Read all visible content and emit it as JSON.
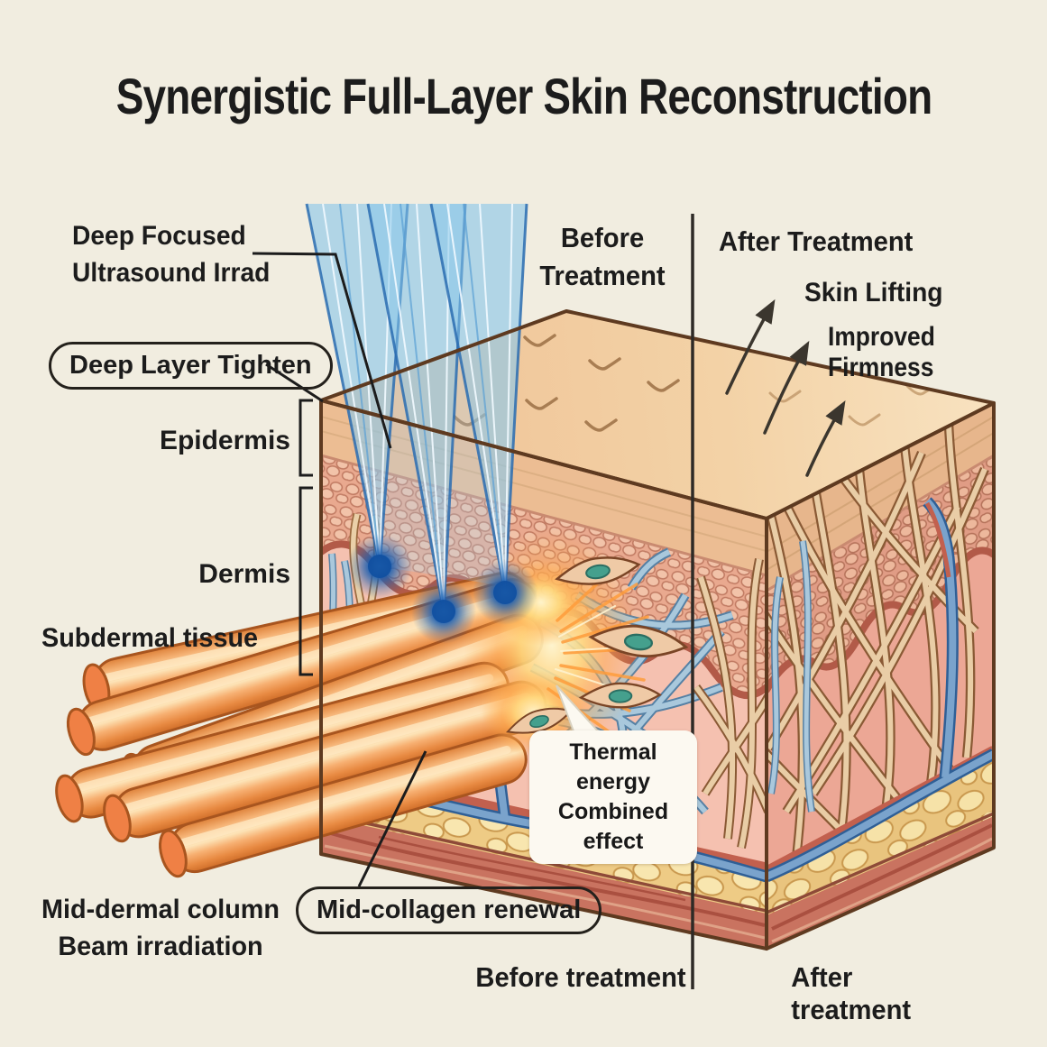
{
  "title": "Synergistic Full-Layer Skin Reconstruction",
  "labels": {
    "deep_focused": "Deep Focused\nUltrasound Irrad",
    "deep_layer_tighten": "Deep Layer Tighten",
    "epidermis": "Epidermis",
    "dermis": "Dermis",
    "subdermal_tissue": "Subdermal tissue",
    "before_treatment_top": "Before\nTreatment",
    "after_treatment_top": "After Treatment",
    "skin_lifting": "Skin Lifting",
    "improved_firmness": "Improved Firmness",
    "thermal_energy": "Thermal energy\nCombined effect",
    "mid_dermal_column": "Mid-dermal column\nBeam irradiation",
    "mid_collagen_renewal": "Mid-collagen renewal",
    "before_treatment_bottom": "Before treatment",
    "after_treatment_bottom": "After treatment"
  },
  "colors": {
    "background": "#f1ede0",
    "text": "#1c1c1c",
    "outline_brown": "#5e3a20",
    "divider": "#2e2a26",
    "top_face_skin": "#efc49a",
    "front_dermis": "#f5c1b0",
    "right_dermis": "#eca795",
    "epidermis_band": "#e9a98f",
    "wavy_boundary": "#b25a48",
    "fat_yellow": "#eecb85",
    "muscle_red": "#c97360",
    "vessel_blue": "#6f9cc9",
    "beam_blue": "#86c5e9",
    "focal_glow_blue": "#1d5fb0",
    "column_orange": "#ef8045",
    "thermal_glow": "#ffd97e",
    "fibroblast_nucleus": "#45a08d",
    "collagen_tan": "#e9cda6"
  }
}
